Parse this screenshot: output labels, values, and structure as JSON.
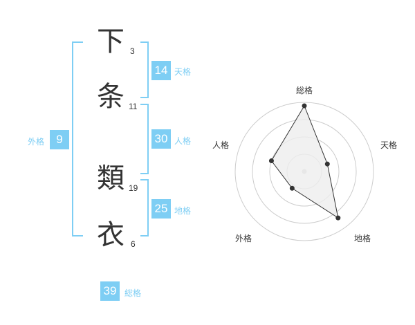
{
  "name": {
    "characters": [
      {
        "char": "下",
        "strokes": "3"
      },
      {
        "char": "条",
        "strokes": "11"
      },
      {
        "char": "類",
        "strokes": "19"
      },
      {
        "char": "衣",
        "strokes": "6"
      }
    ]
  },
  "kaku": {
    "tenkaku": {
      "value": "14",
      "label": "天格"
    },
    "jinkaku": {
      "value": "30",
      "label": "人格"
    },
    "chikaku": {
      "value": "25",
      "label": "地格"
    },
    "gaikaku": {
      "value": "9",
      "label": "外格"
    },
    "soukaku": {
      "value": "39",
      "label": "総格"
    }
  },
  "chart_data": {
    "type": "radar",
    "axes": [
      "総格",
      "天格",
      "地格",
      "外格",
      "人格"
    ],
    "values": [
      0.95,
      0.35,
      0.83,
      0.3,
      0.5
    ],
    "rings": 4,
    "colors": {
      "line": "#333333",
      "fill": "#eeeeee",
      "grid": "#cccccc",
      "center": "#cccccc"
    }
  }
}
